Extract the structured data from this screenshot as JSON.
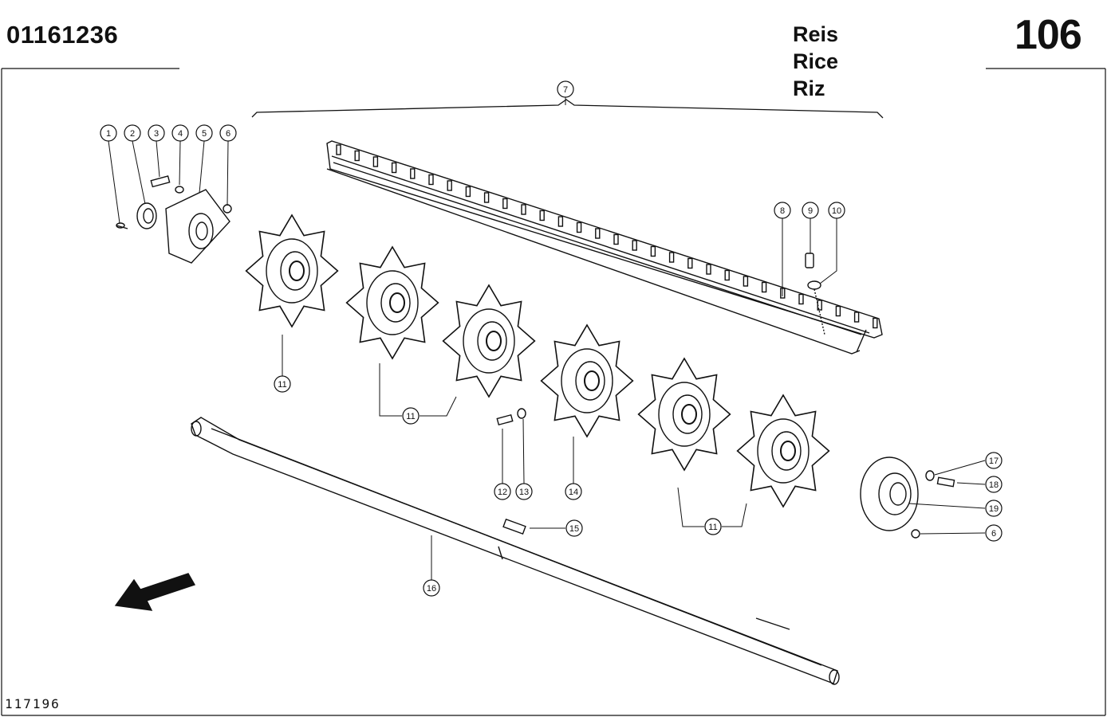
{
  "header": {
    "doc_number": "01161236",
    "page_number": "106",
    "languages": [
      "Reis",
      "Rice",
      "Riz"
    ]
  },
  "footer": {
    "drawing_number": "117196"
  },
  "callouts": [
    "1",
    "2",
    "3",
    "4",
    "5",
    "6",
    "7",
    "8",
    "9",
    "10",
    "11",
    "11",
    "11",
    "12",
    "13",
    "14",
    "11",
    "15",
    "16",
    "17",
    "18",
    "19",
    "6"
  ]
}
